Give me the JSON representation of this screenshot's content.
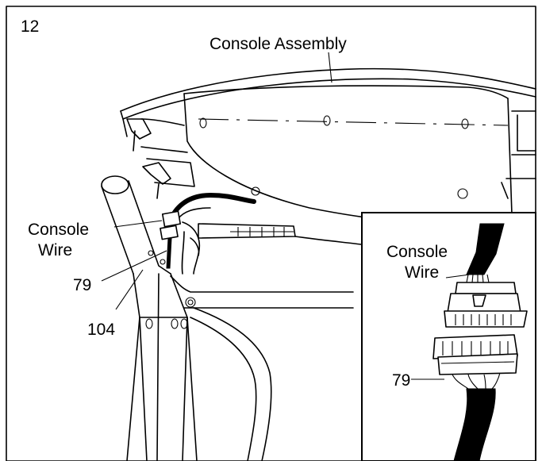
{
  "step_number": "12",
  "labels": {
    "console_assembly": "Console Assembly",
    "console_wire_line1": "Console",
    "console_wire_line2": "Wire",
    "part_79": "79",
    "part_104": "104"
  },
  "inset": {
    "console_wire_line1": "Console",
    "console_wire_line2": "Wire",
    "part_79": "79"
  }
}
